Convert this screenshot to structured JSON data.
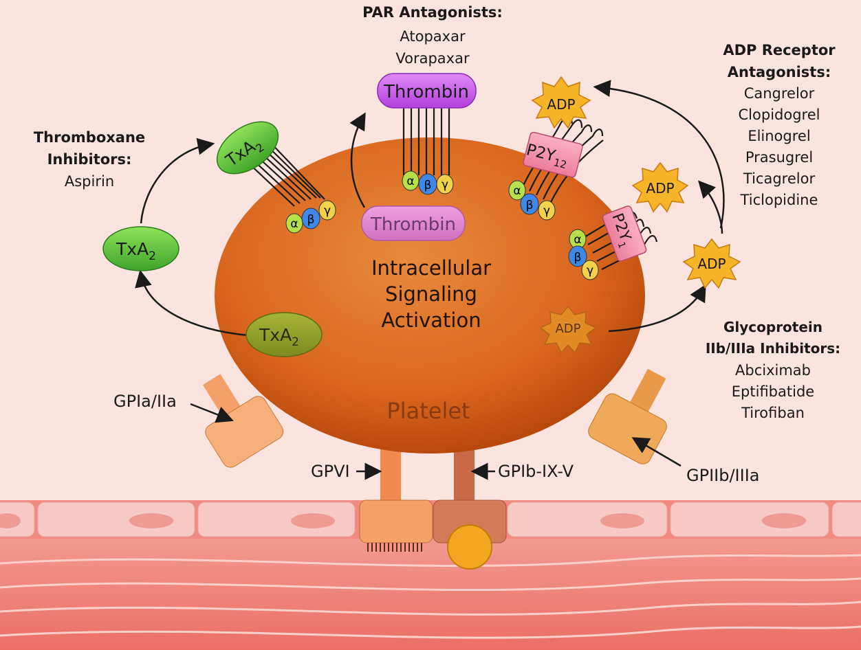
{
  "drug_groups": {
    "par": {
      "heading": "PAR Antagonists:",
      "drugs": [
        "Atopaxar",
        "Vorapaxar"
      ]
    },
    "adp": {
      "heading_line1": "ADP Receptor",
      "heading_line2": "Antagonists:",
      "drugs": [
        "Cangrelor",
        "Clopidogrel",
        "Elinogrel",
        "Prasugrel",
        "Ticagrelor",
        "Ticlopidine"
      ]
    },
    "thromboxane": {
      "heading_line1": "Thromboxane",
      "heading_line2": "Inhibitors:",
      "drugs": [
        "Aspirin"
      ]
    },
    "glycoprotein": {
      "heading_line1": "Glycoprotein",
      "heading_line2": "IIb/IIIa Inhibitors:",
      "drugs": [
        "Abciximab",
        "Eptifibatide",
        "Tirofiban"
      ]
    }
  },
  "platelet": {
    "name": "Platelet",
    "signal_lines": [
      "Intracellular",
      "Signaling",
      "Activation"
    ]
  },
  "molecules": {
    "thrombin": "Thrombin",
    "txa2_base": "TxA",
    "txa2_sub": "2",
    "adp": "ADP",
    "p2y12_base": "P2Y",
    "p2y12_sub": "12",
    "p2y1_base": "P2Y",
    "p2y1_sub": "1"
  },
  "g_protein": {
    "alpha": "α",
    "beta": "β",
    "gamma": "γ"
  },
  "receptors": {
    "gpia": "GPIa/IIa",
    "gpvi": "GPVI",
    "gpib": "GPIb-IX-V",
    "gpiib": "GPIIb/IIIa"
  },
  "colors": {
    "platelet": "#d9661e",
    "thrombin": "#c050e8",
    "txa2": "#58c03a",
    "adp": "#f5b020",
    "p2y": "#f08aa8",
    "vessel": "#f28a82",
    "endothelium": "#f7c9c4"
  }
}
